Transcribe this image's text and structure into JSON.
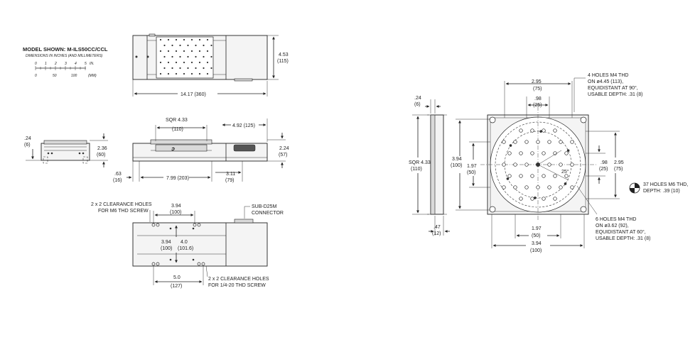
{
  "header": {
    "model": "MODEL SHOWN: M-ILS50CC/CCL",
    "dimensions_note": "DIMENSIONS IN INCHES (AND MILLIMETERS)",
    "scale_inch_ticks": [
      "0",
      "1",
      "2",
      "3",
      "4",
      "5"
    ],
    "scale_inch_unit": "IN.",
    "scale_mm_ticks": [
      "0",
      "50",
      "100"
    ],
    "scale_mm_unit": "(MM)"
  },
  "top_view": {
    "height_in": "4.53",
    "height_mm": "(115)",
    "length": "14.17 (360)"
  },
  "side_view": {
    "sqr_in": "SQR 4.33",
    "sqr_mm": "(110)",
    "conn_offset": "4.92 (125)",
    "height_in": "2.24",
    "height_mm": "(57)",
    "base_in": ".63",
    "base_mm": "(16)",
    "travel": "7.99 (203)",
    "conn_in": "3.11",
    "conn_mm": "(79)"
  },
  "end_view": {
    "top_in": ".24",
    "top_mm": "(6)",
    "height_in": "2.36",
    "height_mm": "(60)"
  },
  "bottom_view": {
    "clearance_m6_line1": "2 x 2 CLEARANCE HOLES",
    "clearance_m6_line2": "FOR M6 THD SCREW",
    "spacing_top_in": "3.94",
    "spacing_top_mm": "(100)",
    "connector_line1": "SUB-D25M",
    "connector_line2": "CONNECTOR",
    "v1_in": "3.94",
    "v1_mm": "(100)",
    "v2_in": "4.0",
    "v2_mm": "(101.6)",
    "spacing_bottom_in": "5.0",
    "spacing_bottom_mm": "(127)",
    "clearance_14_line1": "2 x 2 CLEARANCE HOLES",
    "clearance_14_line2": "FOR 1/4-20 THD SCREW"
  },
  "carriage_side": {
    "top_in": ".24",
    "top_mm": "(6)",
    "sqr_in": "SQR 4.33",
    "sqr_mm": "(110)",
    "bottom_in": ".47",
    "bottom_mm": "(12)"
  },
  "carriage_top": {
    "w1_in": "2.95",
    "w1_mm": "(75)",
    "w2_in": ".98",
    "w2_mm": "(25)",
    "h_left_in": "3.94",
    "h_left_mm": "(100)",
    "h_mid_in": "1.97",
    "h_mid_mm": "(50)",
    "h_r1_in": ".98",
    "h_r1_mm": "(25)",
    "h_r2_in": "2.95",
    "h_r2_mm": "(75)",
    "b1_in": "1.97",
    "b1_mm": "(50)",
    "b2_in": "3.94",
    "b2_mm": "(100)",
    "angle": "25°",
    "note_m4_90": [
      "4 HOLES M4 THD",
      "ON ø4.45 (113),",
      "EQUIDISTANT AT 90°,",
      "USABLE DEPTH: .31 (8)"
    ],
    "note_m6": [
      "37 HOLES M6 THD,",
      "DEPTH: .39 (10)"
    ],
    "note_m4_60": [
      "6 HOLES M4 THD",
      "ON ø3.62 (92),",
      "EQUIDISTANT AT 60°,",
      "USABLE DEPTH: .31 (8)"
    ]
  }
}
